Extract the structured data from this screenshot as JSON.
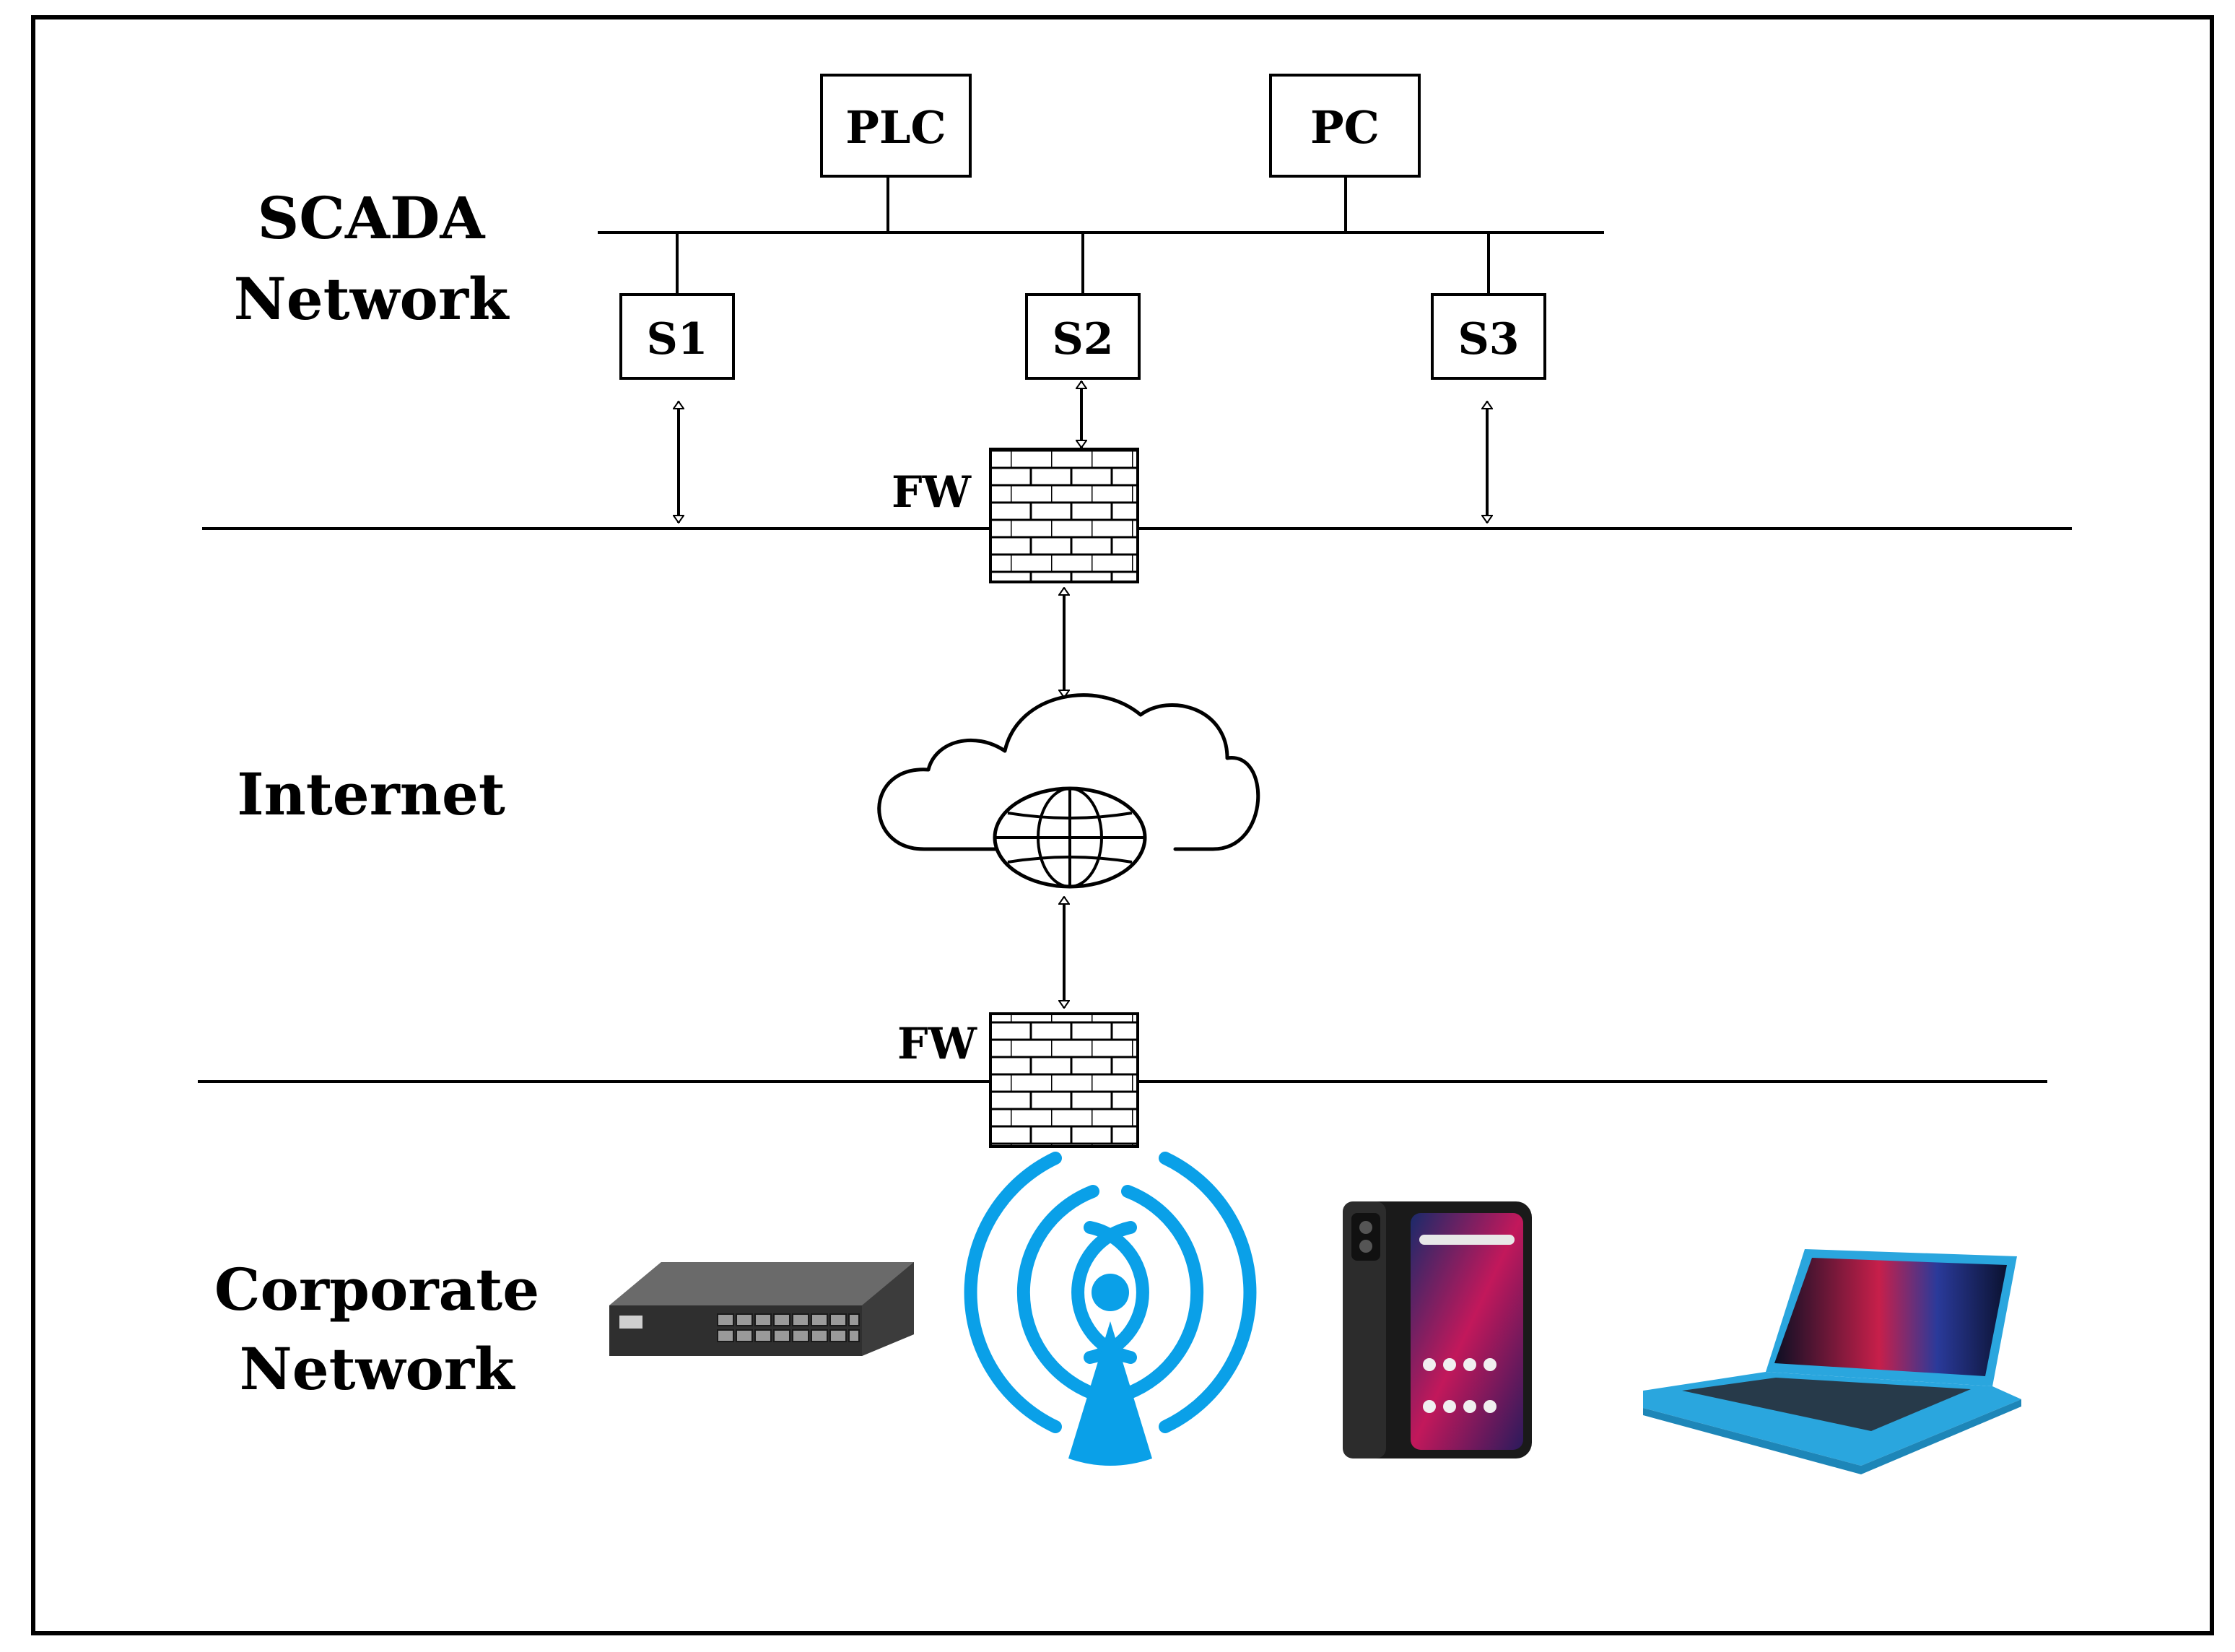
{
  "sections": {
    "scada": [
      "SCADA",
      "Network"
    ],
    "internet": "Internet",
    "corporate": [
      "Corporate",
      "Network"
    ]
  },
  "nodes": {
    "plc": "PLC",
    "pc": "PC",
    "s1": "S1",
    "s2": "S2",
    "s3": "S3"
  },
  "firewalls": {
    "upper": "FW",
    "lower": "FW"
  },
  "corporate_devices": [
    "network-switch",
    "wireless-access-point",
    "smartphone",
    "laptop"
  ],
  "colors": {
    "line": "#000000",
    "wifi_blue": "#0aa0e8",
    "laptop_blue": "#2aa6de",
    "switch_body": "#3a3a3a"
  }
}
